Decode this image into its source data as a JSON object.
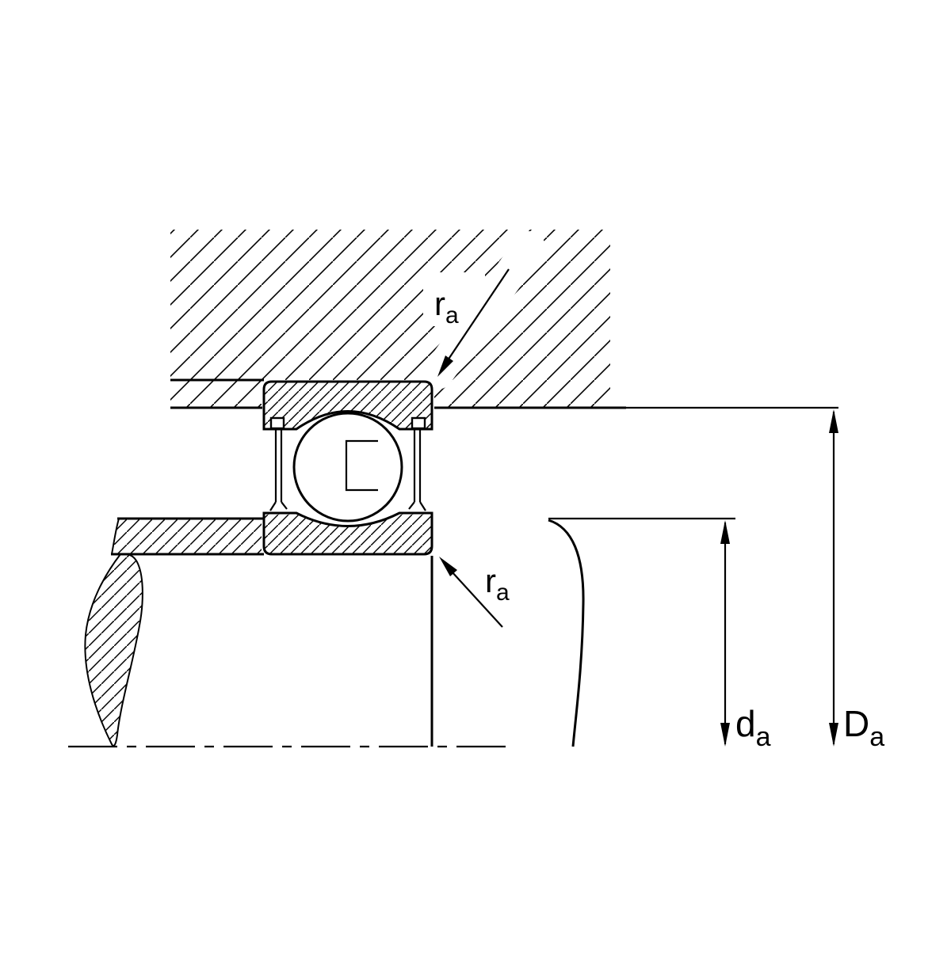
{
  "figure": {
    "labels": {
      "ra_top": {
        "symbol": "r",
        "subscript": "a"
      },
      "ra_bottom": {
        "symbol": "r",
        "subscript": "a"
      },
      "da": {
        "symbol": "d",
        "subscript": "a"
      },
      "Da": {
        "symbol": "D",
        "subscript": "a"
      }
    },
    "colors": {
      "line": "#000000",
      "background": "#ffffff"
    }
  }
}
